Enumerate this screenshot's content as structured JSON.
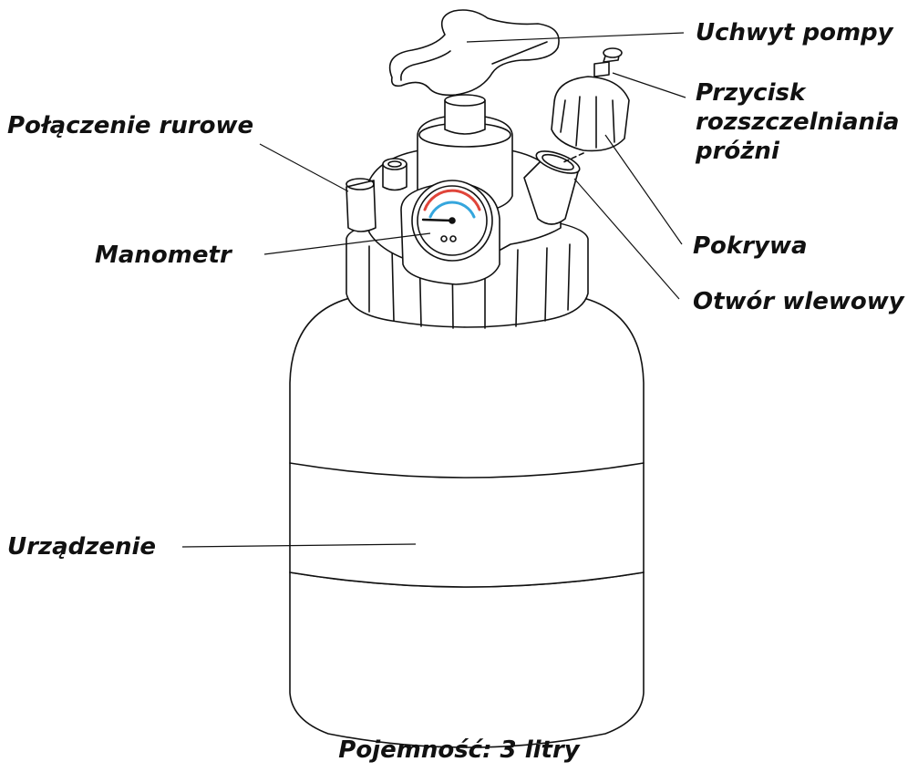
{
  "labels": {
    "pump_handle": "Uchwyt pompy",
    "vacuum_button": [
      "Przycisk",
      "rozszczelniania",
      "próżni"
    ],
    "lid": "Pokrywa",
    "fill_opening": "Otwór wlewowy",
    "pipe_connection": "Połączenie rurowe",
    "gauge": "Manometr",
    "device": "Urządzenie"
  },
  "caption": "Pojemność: 3 litry",
  "colors": {
    "line": "#111111",
    "gauge_red": "#e0453a",
    "gauge_blue": "#35a6dd"
  }
}
